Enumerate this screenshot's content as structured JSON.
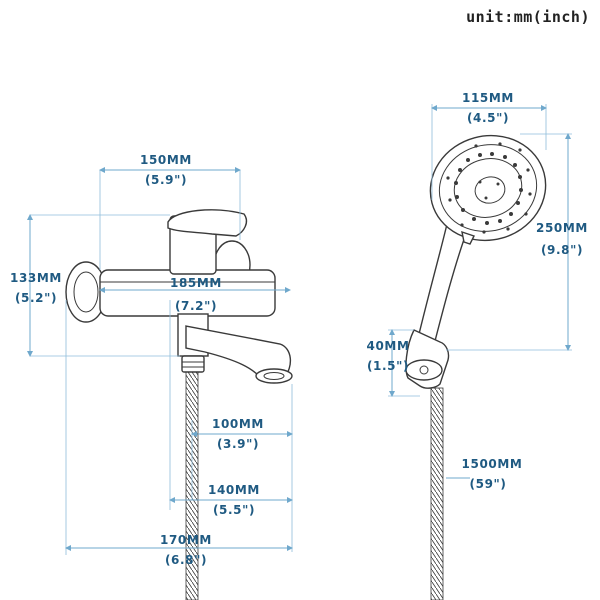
{
  "unit_label": "unit:mm(inch)",
  "colors": {
    "dimension_text": "#1f5a82",
    "dimension_line": "#6fa8cc",
    "outline": "#3a3a3a"
  },
  "faucet": {
    "width_total_mm": "150MM",
    "width_total_in": "(5.9\")",
    "height_mm": "133MM",
    "height_in": "(5.2\")",
    "body_length_mm": "185MM",
    "body_length_in": "(7.2\")",
    "spout_reach_mm": "100MM",
    "spout_reach_in": "(3.9\")",
    "spout_wall_mm": "140MM",
    "spout_wall_in": "(5.5\")",
    "overall_mm": "170MM",
    "overall_in": "(6.8\")"
  },
  "shower": {
    "head_width_mm": "115MM",
    "head_width_in": "(4.5\")",
    "handle_length_mm": "250MM",
    "handle_length_in": "(9.8\")",
    "holder_mm": "40MM",
    "holder_in": "(1.5\")",
    "hose_mm": "1500MM",
    "hose_in": "(59\")"
  }
}
